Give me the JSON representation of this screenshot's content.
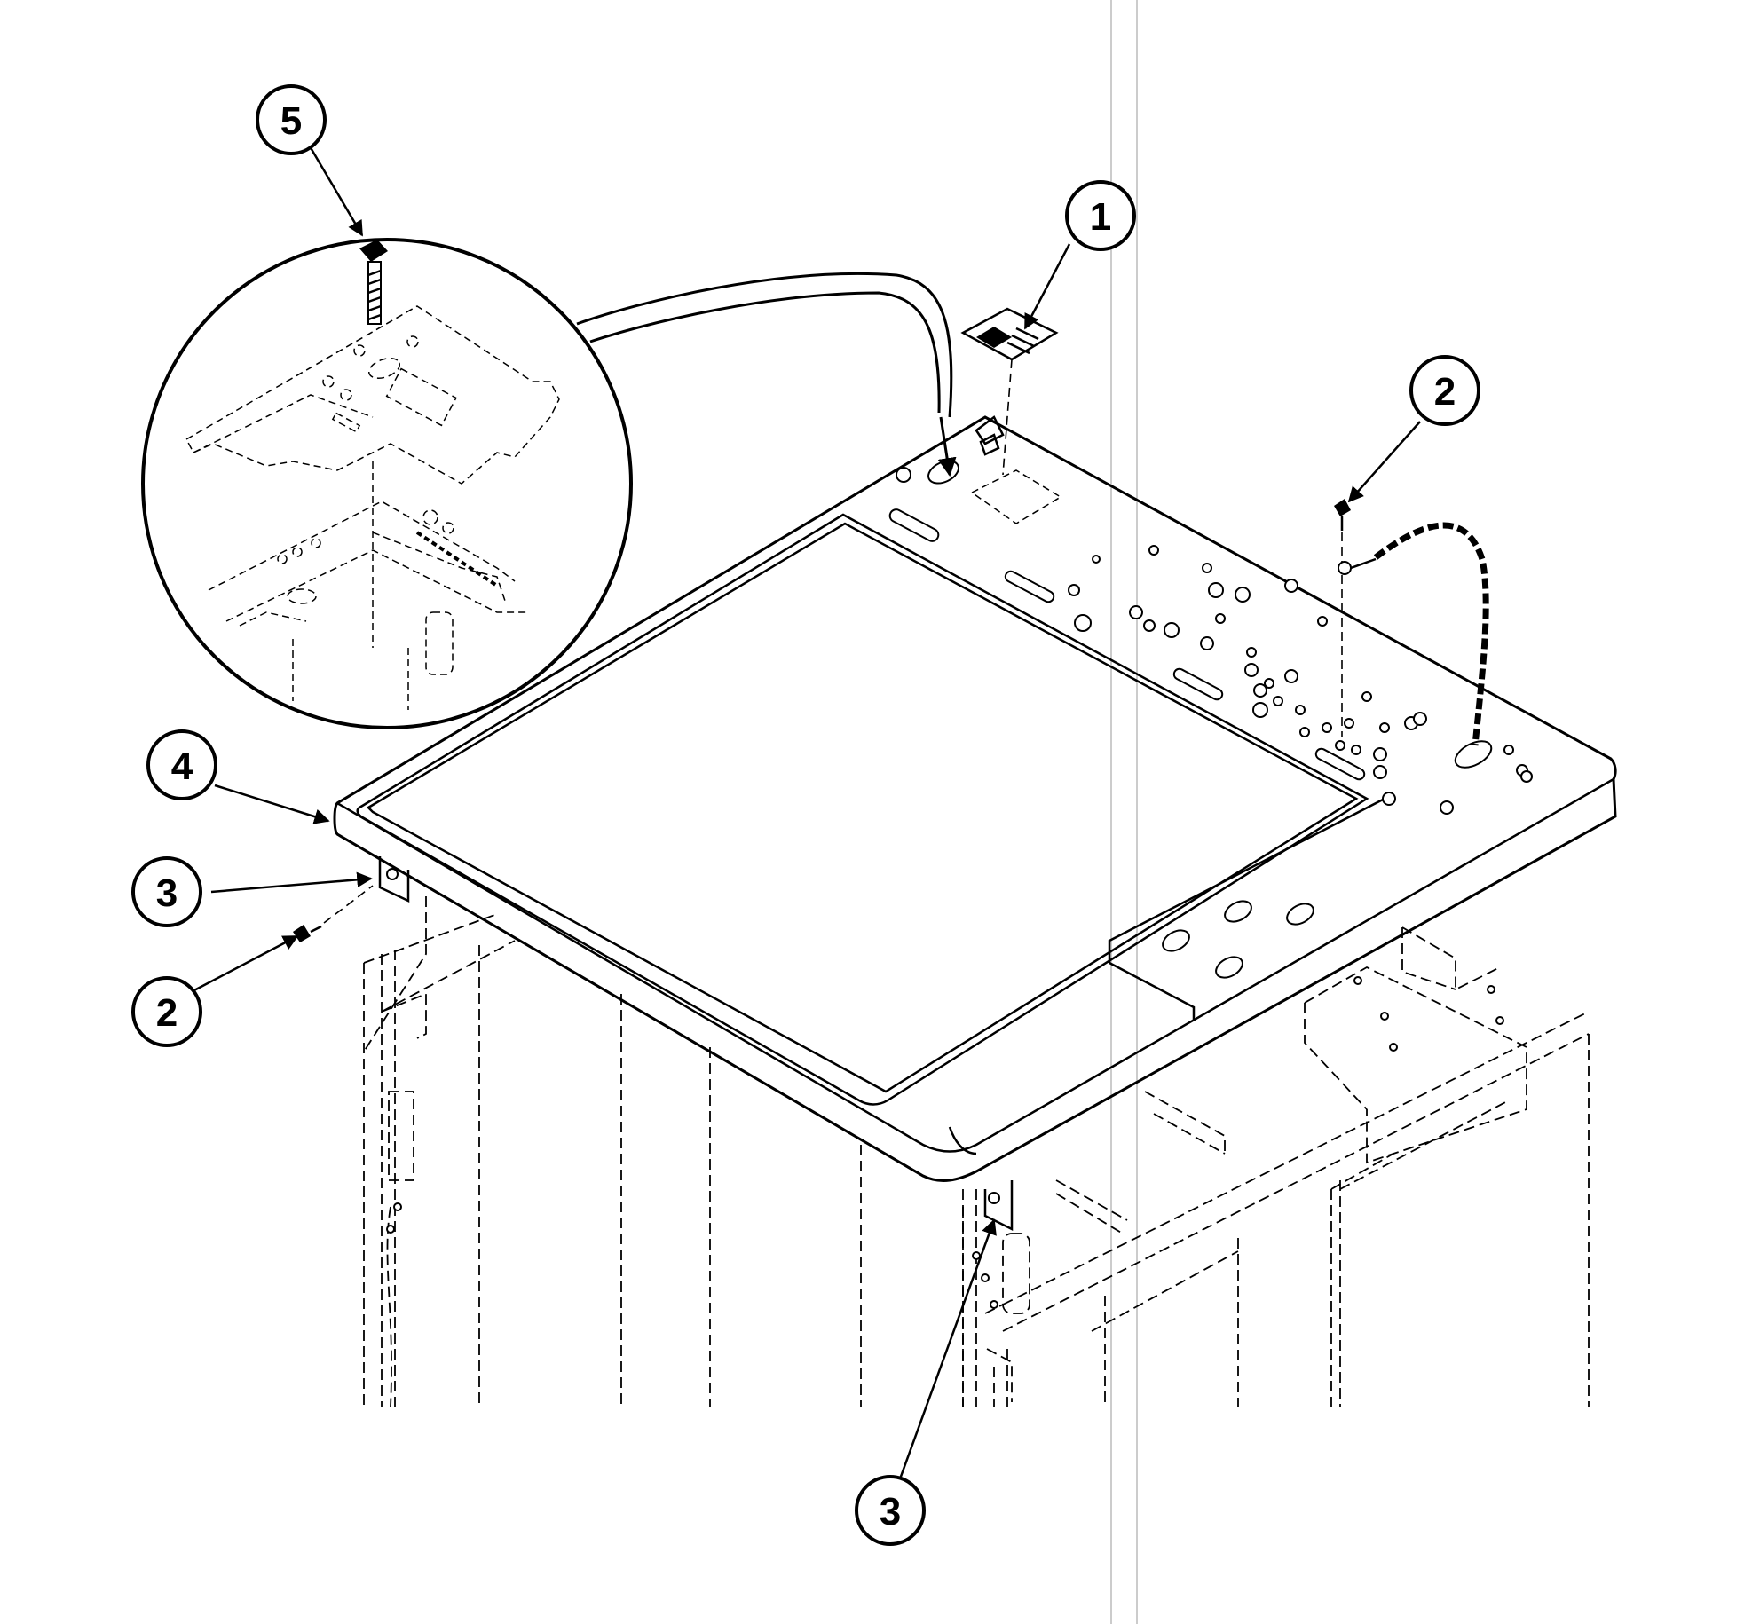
{
  "diagram": {
    "callouts": [
      {
        "id": "c5",
        "label": "5"
      },
      {
        "id": "c1",
        "label": "1"
      },
      {
        "id": "c2a",
        "label": "2"
      },
      {
        "id": "c4",
        "label": "4"
      },
      {
        "id": "c3a",
        "label": "3"
      },
      {
        "id": "c2b",
        "label": "2"
      },
      {
        "id": "c3b",
        "label": "3"
      }
    ]
  },
  "colors": {
    "ink": "#000000",
    "paper": "#ffffff",
    "scan_line": "#9a9a9a"
  }
}
